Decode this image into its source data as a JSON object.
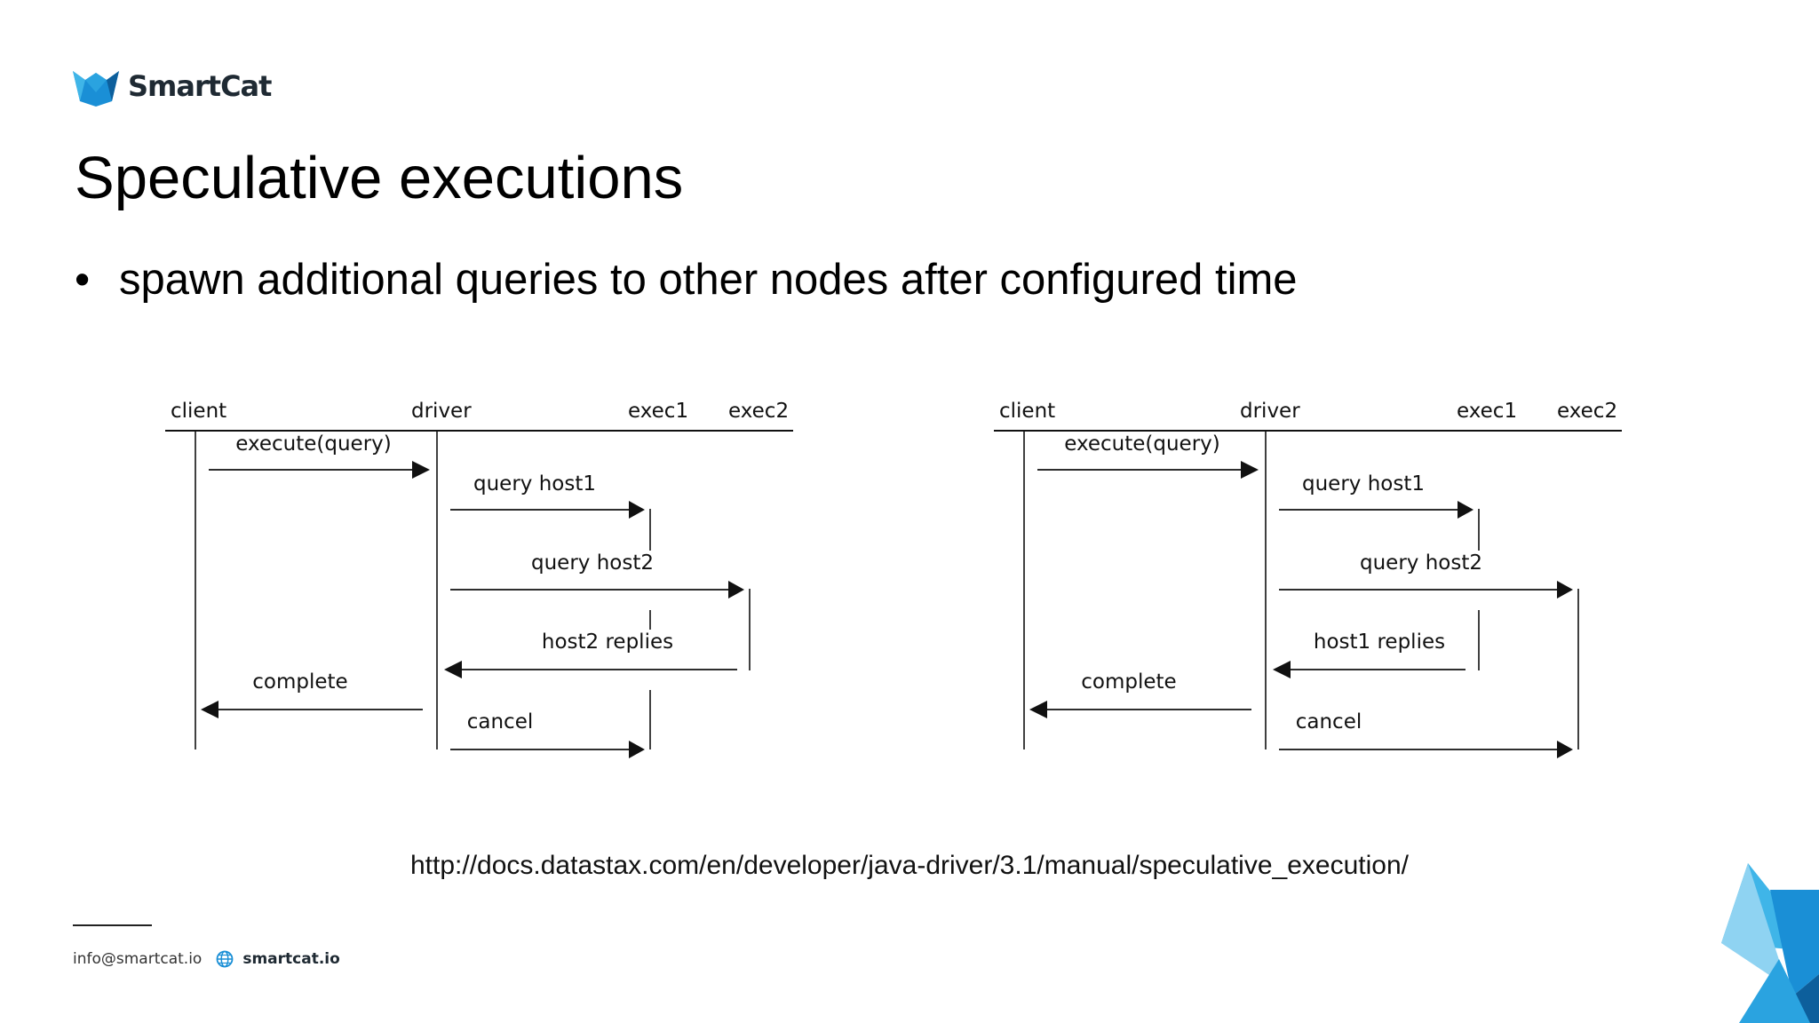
{
  "brand": {
    "name": "SmartCat",
    "colors": {
      "accent": "#1a8fd6",
      "accent_light": "#3fb5e8",
      "accent_dark": "#0d5f9c"
    }
  },
  "slide": {
    "title": "Speculative executions",
    "bullets": [
      "spawn additional queries to other nodes after configured time"
    ]
  },
  "diagrams": [
    {
      "lanes": [
        "client",
        "driver",
        "exec1",
        "exec2"
      ],
      "messages": [
        {
          "label": "execute(query)",
          "from": "client",
          "to": "driver"
        },
        {
          "label": "query host1",
          "from": "driver",
          "to": "exec1"
        },
        {
          "label": "query host2",
          "from": "driver",
          "to": "exec2"
        },
        {
          "label": "host2 replies",
          "from": "exec2",
          "to": "driver"
        },
        {
          "label": "complete",
          "from": "driver",
          "to": "client"
        },
        {
          "label": "cancel",
          "from": "driver",
          "to": "exec1"
        }
      ]
    },
    {
      "lanes": [
        "client",
        "driver",
        "exec1",
        "exec2"
      ],
      "messages": [
        {
          "label": "execute(query)",
          "from": "client",
          "to": "driver"
        },
        {
          "label": "query host1",
          "from": "driver",
          "to": "exec1"
        },
        {
          "label": "query host2",
          "from": "driver",
          "to": "exec2"
        },
        {
          "label": "host1 replies",
          "from": "exec1",
          "to": "driver"
        },
        {
          "label": "complete",
          "from": "driver",
          "to": "client"
        },
        {
          "label": "cancel",
          "from": "driver",
          "to": "exec2"
        }
      ]
    }
  ],
  "source": {
    "url": "http://docs.datastax.com/en/developer/java-driver/3.1/manual/speculative_execution/"
  },
  "footer": {
    "email": "info@smartcat.io",
    "website": "smartcat.io",
    "icon": "globe-icon"
  }
}
